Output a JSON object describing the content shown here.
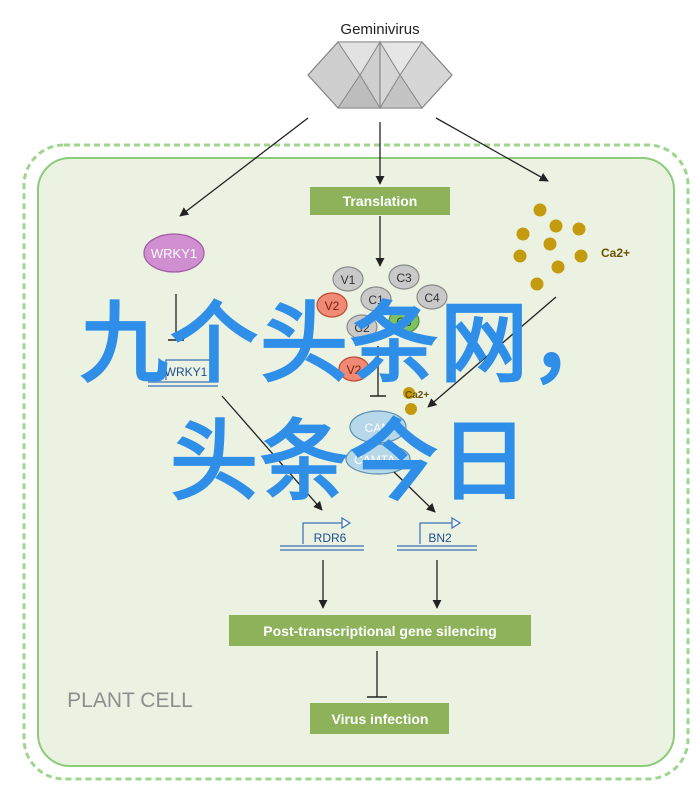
{
  "virus_label": "Geminivirus",
  "translation_label": "Translation",
  "wrky_label": "WRKY1",
  "wrky_gene_label": "WRKY1",
  "ca_label": "Ca2+",
  "ca_small_label": "Ca2+",
  "proteins": {
    "v1": "V1",
    "c3": "C3",
    "v2_top": "V2",
    "c1": "C1",
    "c4": "C4",
    "c2": "C2",
    "c5": "C5",
    "v2_mid": "V2"
  },
  "cam_label": "CAM",
  "camta_label": "CAMTA3",
  "rdr6_label": "RDR6",
  "bn2_label": "BN2",
  "ptgs_label": "Post-transcriptional gene silencing",
  "virus_infection_label": "Virus infection",
  "cell_label": "PLANT CELL",
  "overlay_line1": "九个头条网，",
  "overlay_line2": "头条今日",
  "colors": {
    "box_green": "#8db25a",
    "cell_fill": "#ebf2e2",
    "cell_border": "#8ccb7a",
    "wrky_fill": "#cf8fd0",
    "protein_gray": "#c9c9c9",
    "v2_orange": "#f08a75",
    "calcium_gold": "#c49a0e",
    "cam_blue": "#b7d8e8",
    "overlay_blue": "#2f8fe8"
  }
}
